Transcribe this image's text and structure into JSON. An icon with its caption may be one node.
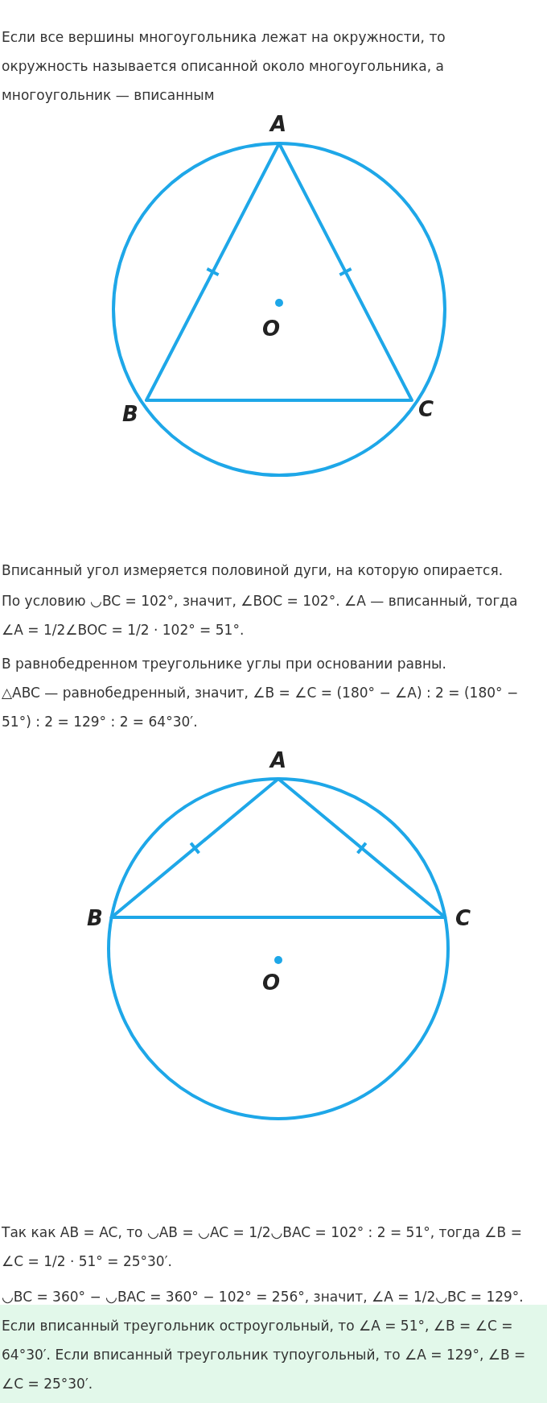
{
  "diagram": {
    "labels": [
      "Если все вершины многоугольника лежат на окружности, то окружность называется описанной около многоугольника, а многоугольник — вписанным",
      "A",
      "O",
      "B",
      "C",
      "Вписанный угол измеряется половиной дуги, на которую опирается.",
      "По условию ◡BC = 102°, значит, ∠BOC = 102°. ∠A — вписанный, тогда ∠A = 1/2∠BOC = 1/2 · 102° = 51°.",
      "В равнобедренном треугольнике углы при основании равны.",
      "△ABC — равнобедренный, значит, ∠B = ∠C = (180° − ∠A) : 2 = (180° − 51°) : 2 = 129° : 2 = 64°30′.",
      "A",
      "B",
      "C",
      "O",
      "Так как AB = AC, то ◡AB = ◡AC = 1/2◡BAC = 102° : 2 = 51°, тогда ∠B = ∠C = 1/2 · 51° = 25°30′.",
      "◡BC = 360° − ◡BAC = 360° − 102° = 256°, значит, ∠A = 1/2◡BC = 129°.",
      "Если вписанный треугольник остроугольный, то ∠A = 51°, ∠B = ∠C = 64°30′. Если вписанный треугольник тупоугольный, то ∠A = 129°, ∠B = ∠C = 25°30′."
    ]
  }
}
